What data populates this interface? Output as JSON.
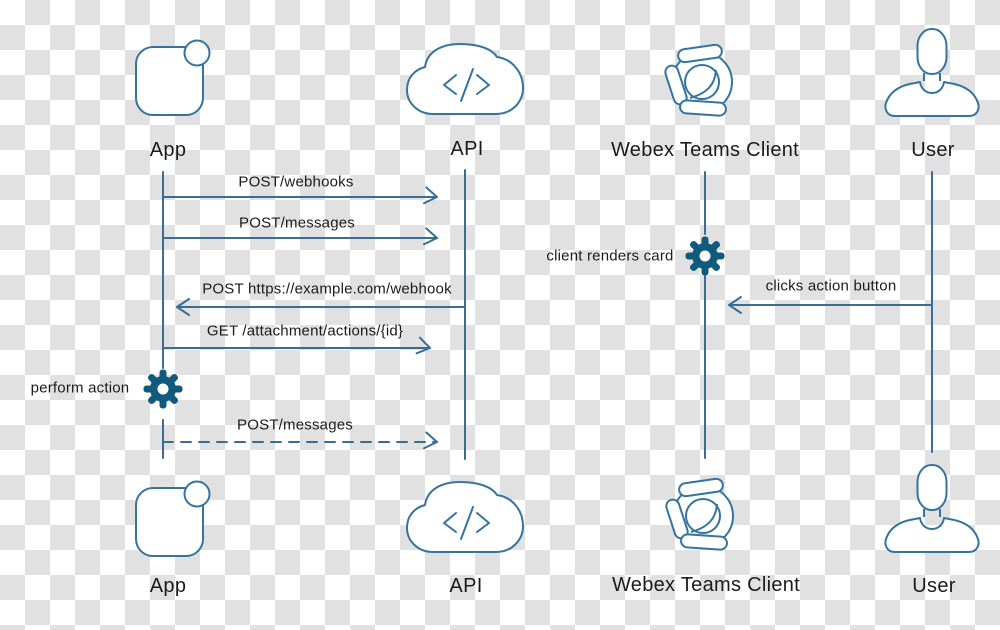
{
  "diagram_title": "Webex Teams buttons-and-cards sequence diagram",
  "colors": {
    "line": "#3a6d94",
    "icon_stroke": "#35749f",
    "gear_fill": "#115a7e",
    "text": "#1b1b1b",
    "checker_gray": "#e1e1e1",
    "checker_white": "#ffffff"
  },
  "icons": {
    "app": "app-squircle-icon",
    "api": "cloud-code-icon",
    "webex": "sphere-capsules-icon",
    "user": "person-icon",
    "action": "gear-icon"
  },
  "nodes": {
    "app_top": "App",
    "api_top": "API",
    "webex_top": "Webex Teams Client",
    "user_top": "User",
    "app_bottom": "App",
    "api_bottom": "API",
    "webex_bottom": "Webex Teams Client",
    "user_bottom": "User"
  },
  "messages": {
    "post_webhooks": "POST/webhooks",
    "post_messages": "POST/messages",
    "post_webhook_url": "POST https://example.com/webhook",
    "get_attachment": "GET /attachment/actions/{id}",
    "perform_action": "perform action",
    "post_messages_dashed": "POST/messages",
    "client_renders_card": "client renders card",
    "clicks_action_button": "clicks action button"
  }
}
